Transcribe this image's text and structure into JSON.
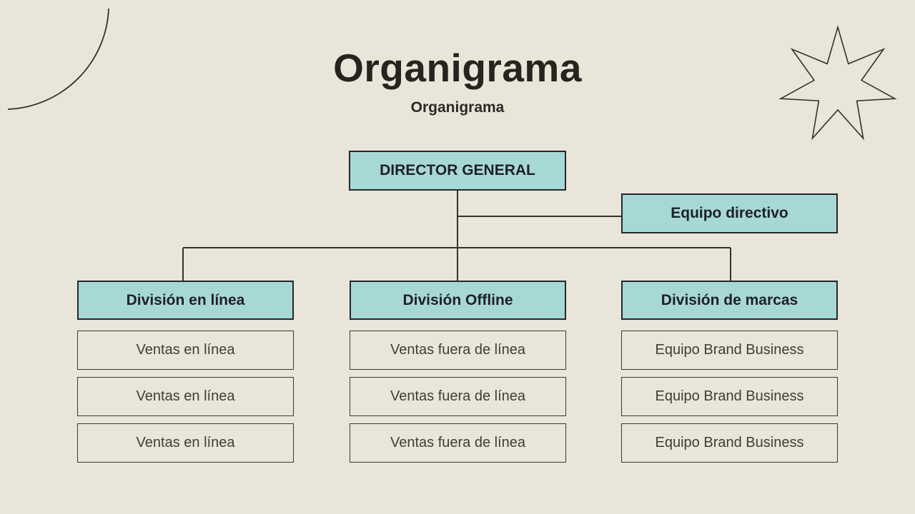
{
  "page": {
    "title": "Organigrama",
    "subtitle": "Organigrama"
  },
  "orgchart": {
    "root": {
      "label": "DIRECTOR GENERAL"
    },
    "staff": {
      "label": "Equipo directivo"
    },
    "divisions": [
      {
        "label": "División en línea",
        "children": [
          "Ventas en línea",
          "Ventas en línea",
          "Ventas en línea"
        ]
      },
      {
        "label": "División Offline",
        "children": [
          "Ventas fuera de línea",
          "Ventas fuera de línea",
          "Ventas fuera de línea"
        ]
      },
      {
        "label": "División de marcas",
        "children": [
          "Equipo Brand Business",
          "Equipo Brand Business",
          "Equipo Brand Business"
        ]
      }
    ]
  },
  "decorations": {
    "top_left": "quarter-arc-line",
    "top_right": "seven-point-star-outline"
  },
  "colors": {
    "background": "#e9e5d9",
    "node_fill": "#a6d9d6",
    "node_border": "#26262e",
    "connector": "#33322e",
    "heading_text": "#26241f",
    "node_text": "#1e1f29",
    "sub_text": "#403d36"
  }
}
